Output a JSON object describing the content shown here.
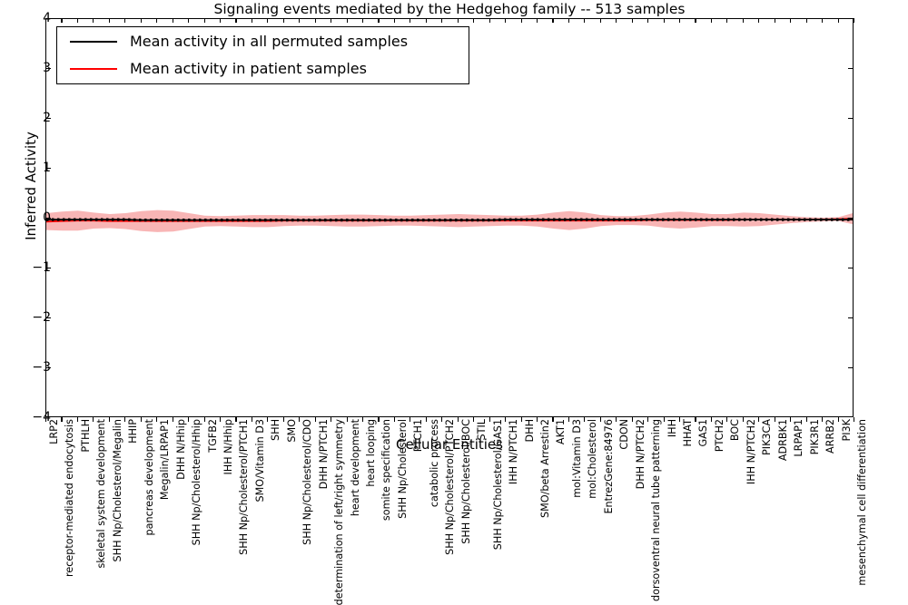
{
  "chart_data": {
    "type": "line",
    "title": "Signaling events mediated by the Hedgehog family -- 513 samples",
    "xlabel": "Cellular Entities",
    "ylabel": "Inferred Activity",
    "ylim": [
      -4,
      4
    ],
    "yticks": [
      4,
      3,
      2,
      1,
      0,
      -1,
      -2,
      -3,
      -4
    ],
    "grid": false,
    "legend_position": "upper left",
    "colors": {
      "permuted_line": "#000000",
      "patient_line": "#ff0000",
      "patient_band": "#f7a8a8",
      "permuted_band": "#c8c8c8",
      "axis": "#000000",
      "background": "#ffffff"
    },
    "legend": [
      {
        "label": "Mean activity in all permuted samples",
        "color": "#000000"
      },
      {
        "label": "Mean activity in patient samples",
        "color": "#ff0000"
      }
    ],
    "categories": [
      "LRP2",
      "receptor-mediated endocytosis",
      "PTHLH",
      "skeletal system development",
      "SHH Np/Cholesterol/Megalin",
      "HHIP",
      "pancreas development",
      "Megalin/LRPAP1",
      "DHH N/Hhip",
      "SHH Np/Cholesterol/Hhip",
      "TGFB2",
      "IHH N/Hhip",
      "SHH Np/Cholesterol/PTCH1",
      "SMO/Vitamin D3",
      "SHH",
      "SMO",
      "SHH Np/Cholesterol/CDO",
      "DHH N/PTCH1",
      "determination of left/right symmetry",
      "heart development",
      "heart looping",
      "somite specification",
      "SHH Np/Cholesterol",
      "PTCH1",
      "catabolic process",
      "SHH Np/Cholesterol/PTCH2",
      "SHH Np/Cholesterol/BOC",
      "STIL",
      "SHH Np/Cholesterol/GAS1",
      "IHH N/PTCH1",
      "DHH",
      "SMO/beta Arrestin2",
      "AKT1",
      "mol:Vitamin D3",
      "mol:Cholesterol",
      "EntrezGene:84976",
      "CDON",
      "DHH N/PTCH2",
      "dorsoventral neural tube patterning",
      "IHH",
      "HHAT",
      "GAS1",
      "PTCH2",
      "BOC",
      "IHH N/PTCH2",
      "PIK3CA",
      "ADRBK1",
      "LRPAP1",
      "PIK3R1",
      "ARRB2",
      "PI3K",
      "mesenchymal cell differentiation"
    ],
    "series": [
      {
        "name": "Mean activity in all permuted samples",
        "color": "#000000",
        "values": [
          -0.02,
          -0.02,
          -0.02,
          -0.02,
          -0.02,
          -0.02,
          -0.03,
          -0.03,
          -0.03,
          -0.03,
          -0.03,
          -0.03,
          -0.03,
          -0.03,
          -0.03,
          -0.03,
          -0.03,
          -0.03,
          -0.03,
          -0.03,
          -0.03,
          -0.03,
          -0.03,
          -0.03,
          -0.03,
          -0.03,
          -0.03,
          -0.03,
          -0.03,
          -0.02,
          -0.02,
          -0.02,
          -0.02,
          -0.02,
          -0.02,
          -0.02,
          -0.02,
          -0.02,
          -0.02,
          -0.02,
          -0.02,
          -0.02,
          -0.02,
          -0.02,
          -0.02,
          -0.02,
          -0.02,
          -0.02,
          -0.02,
          -0.02,
          -0.02,
          -0.02
        ],
        "band": [
          0.045,
          0.045,
          0.045,
          0.045,
          0.04,
          0.04,
          0.04,
          0.04,
          0.04,
          0.04,
          0.04,
          0.04,
          0.035,
          0.035,
          0.035,
          0.035,
          0.035,
          0.035,
          0.035,
          0.035,
          0.035,
          0.035,
          0.035,
          0.035,
          0.035,
          0.035,
          0.035,
          0.035,
          0.035,
          0.035,
          0.04,
          0.04,
          0.04,
          0.045,
          0.045,
          0.05,
          0.05,
          0.05,
          0.045,
          0.04,
          0.04,
          0.04,
          0.035,
          0.035,
          0.03,
          0.03,
          0.025,
          0.02,
          0.02,
          0.02,
          0.02,
          0.02
        ]
      },
      {
        "name": "Mean activity in patient samples",
        "color": "#ff0000",
        "values": [
          -0.06,
          -0.05,
          -0.04,
          -0.04,
          -0.05,
          -0.05,
          -0.05,
          -0.05,
          -0.05,
          -0.05,
          -0.05,
          -0.05,
          -0.05,
          -0.05,
          -0.05,
          -0.04,
          -0.04,
          -0.04,
          -0.04,
          -0.04,
          -0.04,
          -0.04,
          -0.04,
          -0.04,
          -0.04,
          -0.04,
          -0.04,
          -0.04,
          -0.04,
          -0.04,
          -0.04,
          -0.04,
          -0.04,
          -0.04,
          -0.04,
          -0.04,
          -0.04,
          -0.04,
          -0.03,
          -0.03,
          -0.03,
          -0.03,
          -0.03,
          -0.03,
          -0.02,
          -0.02,
          -0.02,
          -0.02,
          -0.02,
          -0.02,
          -0.01,
          0.0
        ],
        "band": [
          0.17,
          0.19,
          0.2,
          0.16,
          0.14,
          0.16,
          0.2,
          0.22,
          0.21,
          0.16,
          0.11,
          0.1,
          0.11,
          0.12,
          0.12,
          0.11,
          0.1,
          0.1,
          0.11,
          0.12,
          0.12,
          0.11,
          0.1,
          0.1,
          0.11,
          0.12,
          0.13,
          0.12,
          0.11,
          0.1,
          0.1,
          0.12,
          0.16,
          0.19,
          0.16,
          0.11,
          0.09,
          0.09,
          0.11,
          0.15,
          0.17,
          0.15,
          0.12,
          0.12,
          0.14,
          0.13,
          0.1,
          0.07,
          0.05,
          0.04,
          0.04,
          0.12
        ]
      }
    ]
  }
}
